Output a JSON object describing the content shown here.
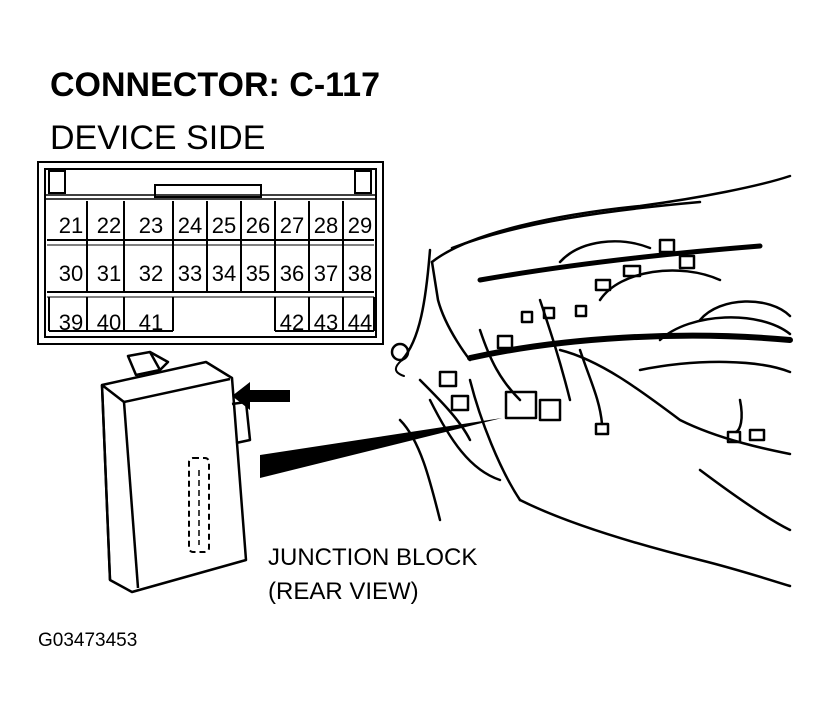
{
  "heading": {
    "title": "CONNECTOR: C-117",
    "subtitle": "DEVICE SIDE"
  },
  "connector": {
    "rows": [
      [
        "21",
        "22",
        "23",
        "24",
        "25",
        "26",
        "27",
        "28",
        "29"
      ],
      [
        "30",
        "31",
        "32",
        "33",
        "34",
        "35",
        "36",
        "37",
        "38"
      ],
      [
        "39",
        "40",
        "41",
        "",
        "",
        "",
        "42",
        "43",
        "44"
      ]
    ]
  },
  "callout": {
    "line1": "JUNCTION BLOCK",
    "line2": "(REAR VIEW)"
  },
  "figure_id": "G03473453",
  "colors": {
    "ink": "#000000",
    "paper": "#ffffff"
  }
}
